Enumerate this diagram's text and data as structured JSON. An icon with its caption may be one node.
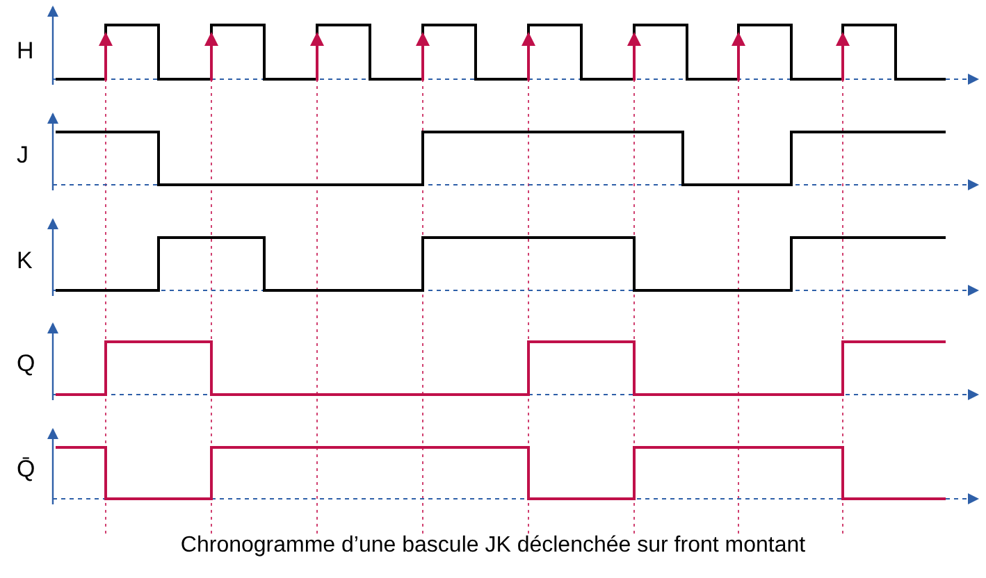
{
  "diagram": {
    "caption": "Chronogramme d’une bascule JK déclenchée sur front montant",
    "labels": [
      "H",
      "J",
      "K",
      "Q",
      "Q̄"
    ]
  }
}
